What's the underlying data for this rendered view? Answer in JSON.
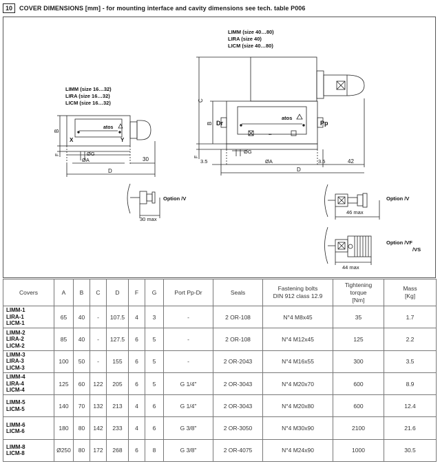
{
  "header": {
    "section_number": "10",
    "title": "COVER DIMENSIONS [mm] - for mounting interface and cavity dimensions see tech. table P006"
  },
  "drawing": {
    "small_cover_labels": [
      "LIMM (size 16…32)",
      "LIRA (size 16…32)",
      "LICM (size 16…32)"
    ],
    "large_cover_labels": [
      "LIMM (size 40…80)",
      "LIRA (size 40)",
      "LICM (size 40…80)"
    ],
    "brand": "atos",
    "dim_B": "B",
    "dim_C": "C",
    "dim_F": "F",
    "dim_G": "ØG",
    "dim_A": "ØA",
    "dim_D": "D",
    "port_X": "X",
    "port_Y": "Y",
    "port_Dr": "Dr",
    "port_Pp": "Pp",
    "dim_30": "30",
    "dim_35a": "3.5",
    "dim_35b": "3.5",
    "dim_42": "42",
    "opt_v_small": "Option /V",
    "opt_v_small_max": "30 max",
    "opt_v_large": "Option /V",
    "opt_v_large_max": "46 max",
    "opt_vf": "Option /VF",
    "opt_vs": "/VS",
    "opt_vf_max": "44 max"
  },
  "table": {
    "headers": [
      "Covers",
      "A",
      "B",
      "C",
      "D",
      "F",
      "G",
      "Port Pp-Dr",
      "Seals",
      "Fastening bolts",
      "DIN 912  class 12.9",
      "Tightening",
      "torque",
      "[Nm]",
      "Mass",
      "[Kg]"
    ],
    "rows": [
      {
        "covers": [
          "LIMM-1",
          "LIRA-1",
          "LICM-1"
        ],
        "A": "65",
        "B": "40",
        "C": "-",
        "D": "107.5",
        "F": "4",
        "G": "3",
        "port": "-",
        "seals": "2 OR-108",
        "bolts": "N°4 M8x45",
        "torque": "35",
        "mass": "1.7"
      },
      {
        "covers": [
          "LIMM-2",
          "LIRA-2",
          "LICM-2"
        ],
        "A": "85",
        "B": "40",
        "C": "-",
        "D": "127.5",
        "F": "6",
        "G": "5",
        "port": "-",
        "seals": "2 OR-108",
        "bolts": "N°4 M12x45",
        "torque": "125",
        "mass": "2.2"
      },
      {
        "covers": [
          "LIMM-3",
          "LIRA-3",
          "LICM-3"
        ],
        "A": "100",
        "B": "50",
        "C": "-",
        "D": "155",
        "F": "6",
        "G": "5",
        "port": "-",
        "seals": "2 OR-2043",
        "bolts": "N°4 M16x55",
        "torque": "300",
        "mass": "3.5"
      },
      {
        "covers": [
          "LIMM-4",
          "LIRA-4",
          "LICM-4"
        ],
        "A": "125",
        "B": "60",
        "C": "122",
        "D": "205",
        "F": "6",
        "G": "5",
        "port": "G 1/4\"",
        "seals": "2 OR-3043",
        "bolts": "N°4 M20x70",
        "torque": "600",
        "mass": "8.9"
      },
      {
        "covers": [
          "LIMM-5",
          "LICM-5"
        ],
        "A": "140",
        "B": "70",
        "C": "132",
        "D": "213",
        "F": "4",
        "G": "6",
        "port": "G 1/4\"",
        "seals": "2 OR-3043",
        "bolts": "N°4 M20x80",
        "torque": "600",
        "mass": "12.4"
      },
      {
        "covers": [
          "LIMM-6",
          "LICM-6"
        ],
        "A": "180",
        "B": "80",
        "C": "142",
        "D": "233",
        "F": "4",
        "G": "6",
        "port": "G 3/8\"",
        "seals": "2 OR-3050",
        "bolts": "N°4 M30x90",
        "torque": "2100",
        "mass": "21.6"
      },
      {
        "covers": [
          "LIMM-8",
          "LICM-8"
        ],
        "A": "Ø250",
        "B": "80",
        "C": "172",
        "D": "268",
        "F": "6",
        "G": "8",
        "port": "G 3/8\"",
        "seals": "2 OR-4075",
        "bolts": "N°4 M24x90",
        "torque": "1000",
        "mass": "30.5"
      }
    ]
  }
}
